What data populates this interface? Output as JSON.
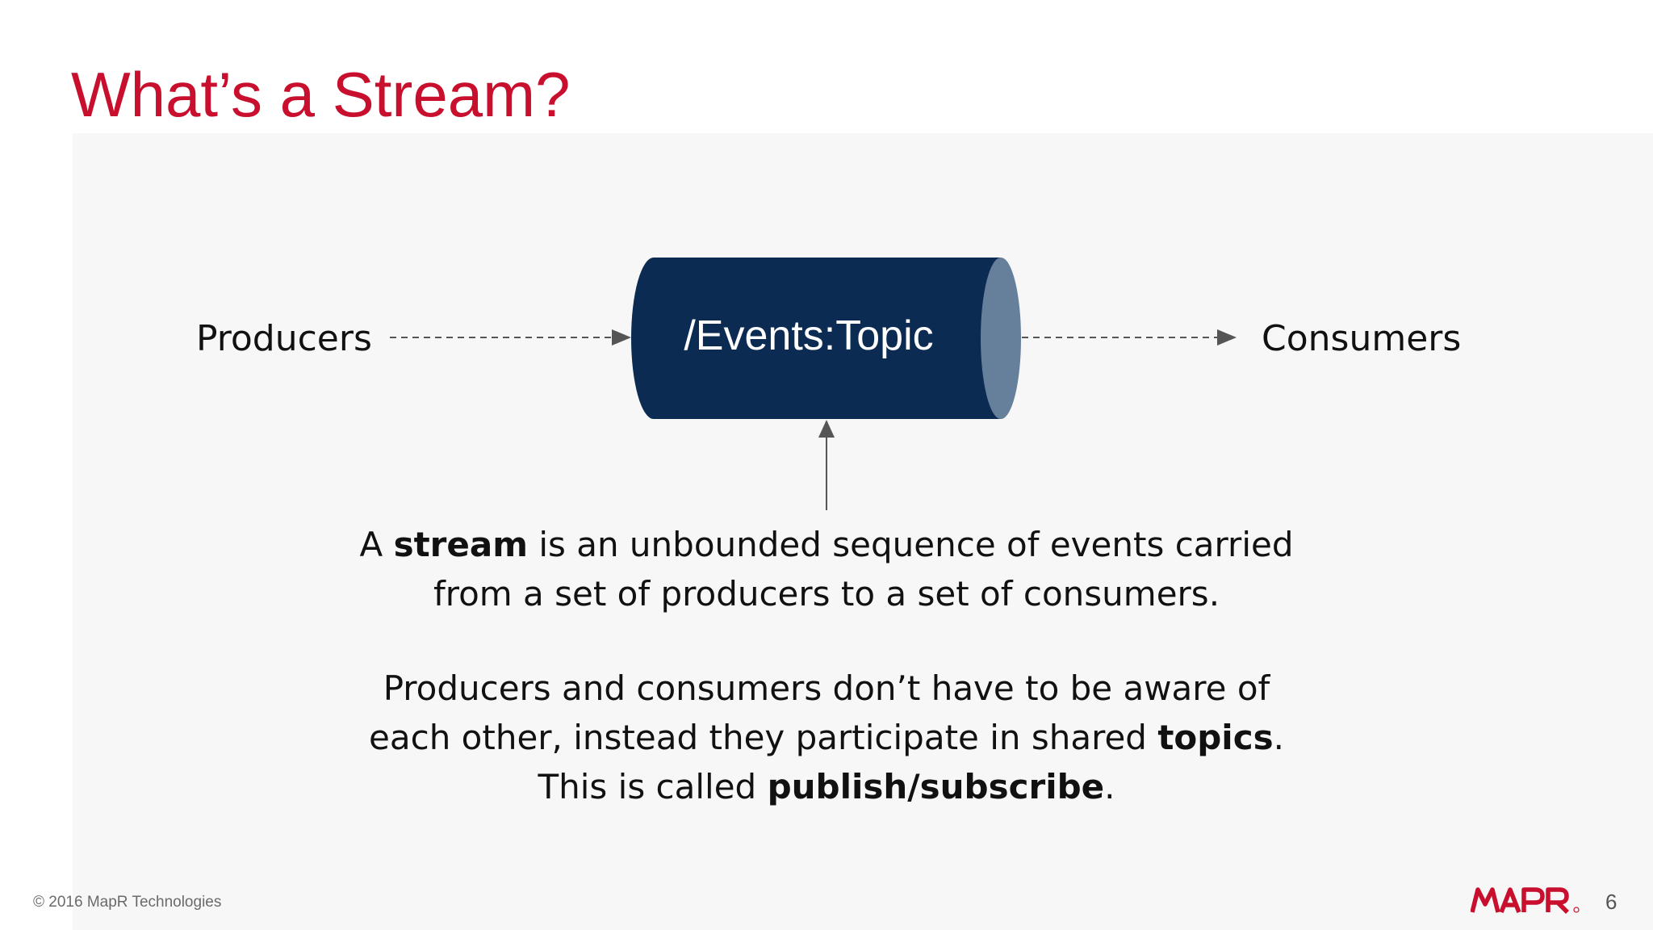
{
  "slide": {
    "title": "What’s a Stream?",
    "diagram": {
      "producers_label": "Producers",
      "topic_label": "/Events:Topic",
      "consumers_label": "Consumers"
    },
    "description": {
      "p1_a": "A ",
      "p1_bold": "stream",
      "p1_b": " is an unbounded sequence of events carried from a set of producers to a set of consumers.",
      "p2_a": "Producers and consumers don’t have to be aware of each other, instead they participate in shared ",
      "p2_bold1": "topics",
      "p2_b": ". This is called ",
      "p2_bold2": "publish/subscribe",
      "p2_c": "."
    },
    "footer": {
      "copyright": "© 2016 MapR Technologies",
      "logo_text": "MAPR",
      "page_number": "6"
    }
  },
  "colors": {
    "title": "#c8102e",
    "cylinder_body": "#0b2b52",
    "cylinder_end": "#667f9b",
    "logo": "#c8102e",
    "arrow": "#555555"
  },
  "icons": {
    "topic": "cylinder-icon",
    "arrows": "arrow-right-icon, arrow-up-icon"
  }
}
